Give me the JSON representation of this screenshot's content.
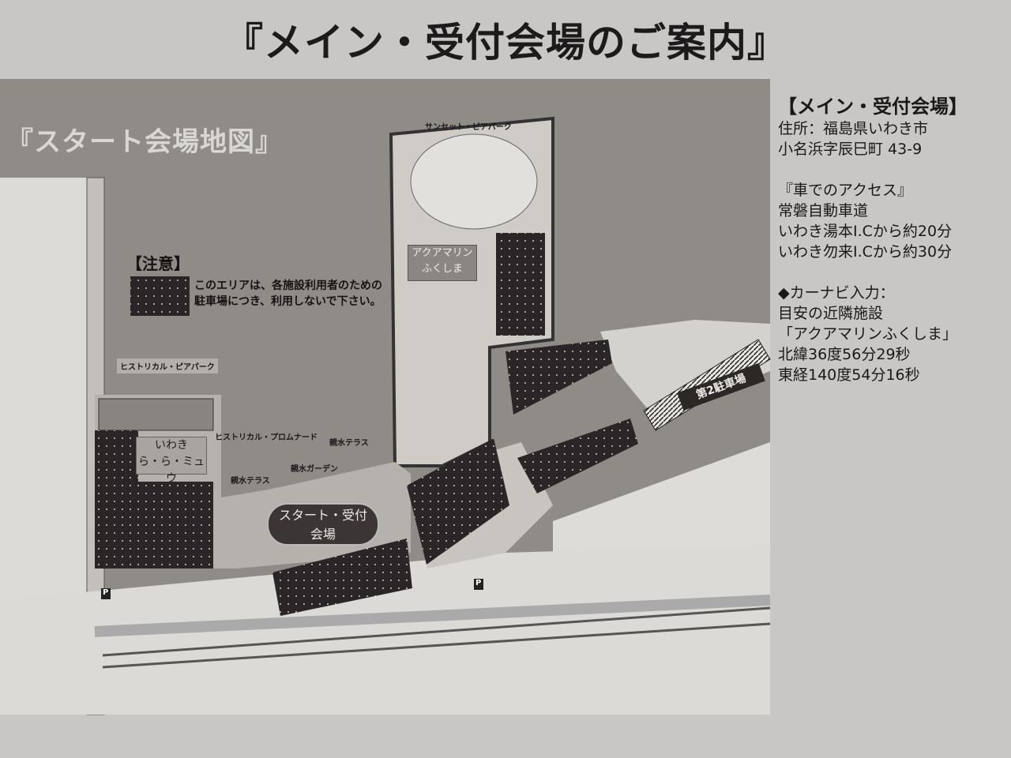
{
  "title": "『メイン・受付会場のご案内』",
  "map": {
    "title": "『スタート会場地図』",
    "notice": {
      "heading": "【注意】",
      "text_line1": "このエリアは、各施設利用者のための",
      "text_line2": "駐車場につき、利用しないで下さい。"
    },
    "labels": {
      "sunset_pier_park": "サンセット・ピアパーク",
      "aquamarine_line1": "アクアマリン",
      "aquamarine_line2": "ふくしま",
      "historical_pier_park": "ヒストリカル・ピアパーク",
      "rara_line1": "いわき",
      "rara_line2": "ら・ら・ミュウ",
      "historical_promenade": "ヒストリカル・プロムナード",
      "shinsui_terrace_1": "親水テラス",
      "shinsui_garden": "親水ガーデン",
      "shinsui_terrace_2": "親水テラス",
      "start_line1": "スタート・受付",
      "start_line2": "会場",
      "parking2": "第2駐車場",
      "parking_symbol": "P"
    },
    "colors": {
      "sea": "#8f8c88",
      "land": "#dedcd8",
      "parking": "#2a2526"
    }
  },
  "info": {
    "heading": "【メイン・受付会場】",
    "address_line1": "住所：福島県いわき市",
    "address_line2": "小名浜字辰巳町 43-9",
    "access_heading": "『車でのアクセス』",
    "highway": "常磐自動車道",
    "route1": "いわき湯本I.Cから約20分",
    "route2": "いわき勿来I.Cから約30分",
    "navi_heading": "◆カーナビ入力：",
    "navi_landmark_label": "目安の近隣施設",
    "navi_landmark": "「アクアマリンふくしま」",
    "latitude": "北緯36度56分29秒",
    "longitude": "東経140度54分16秒"
  }
}
